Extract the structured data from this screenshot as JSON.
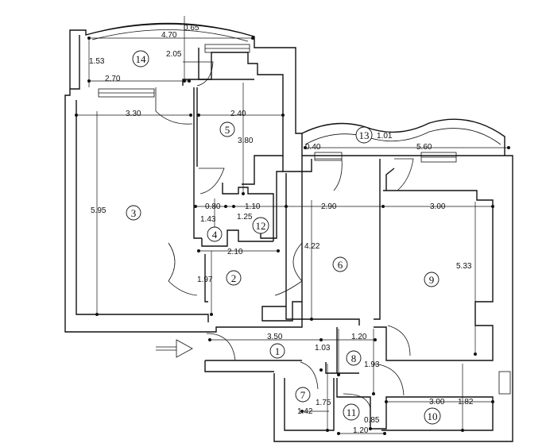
{
  "rooms": {
    "r1": "1",
    "r2": "2",
    "r3": "3",
    "r4": "4",
    "r5": "5",
    "r6": "6",
    "r7": "7",
    "r8": "8",
    "r9": "9",
    "r10": "10",
    "r11": "11",
    "r12": "12",
    "r13": "13",
    "r14": "14"
  },
  "dimensions": {
    "d_4_70": "4.70",
    "d_0_65": "0.65",
    "d_2_05": "2.05",
    "d_1_53": "1.53",
    "d_2_70": "2.70",
    "d_3_30": "3.30",
    "d_2_40": "2.40",
    "d_3_80": "3.80",
    "d_5_95": "5.95",
    "d_0_40": "0.40",
    "d_1_01": "1.01",
    "d_5_60": "5.60",
    "d_0_80": "0.80",
    "d_1_10": "1.10",
    "d_1_43": "1.43",
    "d_1_25": "1.25",
    "d_2_90": "2.90",
    "d_3_00_top": "3.00",
    "d_2_10": "2.10",
    "d_4_22": "4.22",
    "d_5_33": "5.33",
    "d_1_97": "1.97",
    "d_3_50": "3.50",
    "d_1_20_top": "1.20",
    "d_1_03": "1.03",
    "d_1_93": "1.93",
    "d_3_00_bot": "3.00",
    "d_1_82": "1.82",
    "d_1_75": "1.75",
    "d_1_42": "1.42",
    "d_0_85": "0.85",
    "d_1_20_bot": "1.20"
  },
  "entrance": {
    "icon": "arrow-right-icon"
  }
}
